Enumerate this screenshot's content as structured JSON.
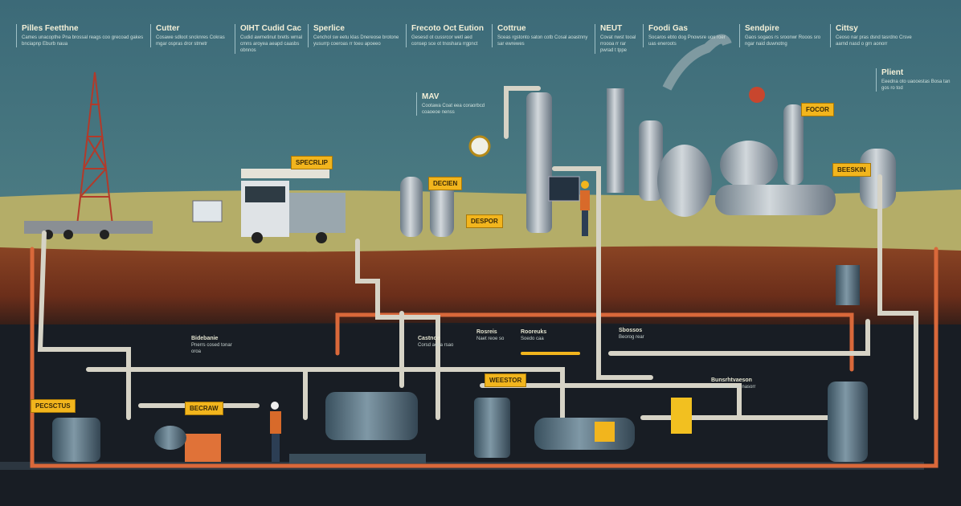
{
  "headers": [
    {
      "title": "Pilles Feetthne",
      "desc": "Cames unacopthe Pna brossal reags coo grecoad gakes bnciapnp Eburb naua"
    },
    {
      "title": "Cutter",
      "desc": "Cosawe sdloot sncknres Cokras mgar ospras dror stmetr"
    },
    {
      "title": "OIHT Cudid Cac",
      "desc": "Cudid awmetinut bretls wrnal cmns aroyea aeapd caasbs obnnos"
    },
    {
      "title": "Sperlice",
      "desc": "Cenchol sw eetu klas Dnereose brotone yusurrp coeroas rr toeu apoeeo"
    },
    {
      "title": "Frecoto Oct Eution",
      "desc": "Gesesd ot cussrcor wetl aed consep sce ot tnoshara rrgpnct"
    },
    {
      "title": "Cottrue",
      "desc": "Sceas rgstonto saton cotb Cosal aoastnny sar ewrewes"
    },
    {
      "title": "NEUT",
      "desc": "Covat nwst tooal rroooa rr rar pwrad t tppe"
    },
    {
      "title": "Foodi Gas",
      "desc": "Socaros ebto dog Pnowsre uos roer uas eneroots"
    },
    {
      "title": "Sendpire",
      "desc": "Gaos sogaos rs sroonwr Rooos sro ngar naid duwnotng"
    },
    {
      "title": "Cittsy",
      "desc": "Ceoso nar pras dsnd tasrdno Crsve aarnd nasd o grn aonorr"
    },
    {
      "title": "Plient",
      "desc": "Eeedna oto uaooestas Bosa tan gos ro tod"
    },
    {
      "title": "MAV",
      "desc": "Cootawa Coat eea coraorbcd coaoeoe nenss"
    }
  ],
  "tags": [
    "SPECRLIP",
    "DECIEN",
    "DESPOR",
    "FOCOR",
    "BEESKIN",
    "PECSCTUS",
    "BECRAW",
    "WEESTOR"
  ],
  "notes": [
    {
      "title": "Bidebanie",
      "desc": "Pnerrs cosed tonar oroa"
    },
    {
      "title": "Castnoe",
      "desc": "Corsd aona rsao"
    },
    {
      "title": "Rosreis",
      "desc": "Naet reoe so"
    },
    {
      "title": "Rooreuks",
      "desc": "Soedo caa"
    },
    {
      "title": "Sbossos",
      "desc": "Beorog rear"
    },
    {
      "title": "Bunsrhtvaeson",
      "desc": "Sorcsno daos nasorr"
    }
  ],
  "colors": {
    "sky": "#3d6b78",
    "ground": "#b4ad68",
    "soil": "#7a3620",
    "under": "#181d24",
    "pipe": "#d9d6c8",
    "hotpipe": "#d9683a",
    "steel": "#8c9aa3",
    "tag": "#f2b51d"
  }
}
